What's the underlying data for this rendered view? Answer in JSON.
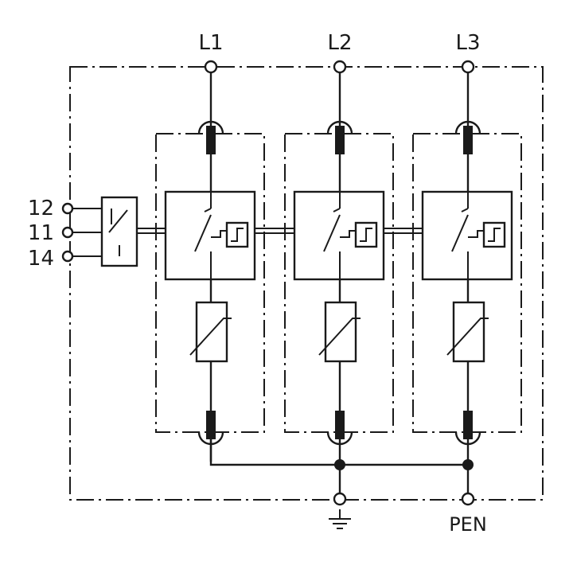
{
  "diagram": {
    "terminals_top": [
      "L1",
      "L2",
      "L3"
    ],
    "aux_contacts": [
      "12",
      "11",
      "14"
    ],
    "pen_label": "PEN",
    "earth_icon": "earth-ground-icon",
    "colors": {
      "line": "#1a1a1a",
      "background": "#ffffff"
    }
  }
}
